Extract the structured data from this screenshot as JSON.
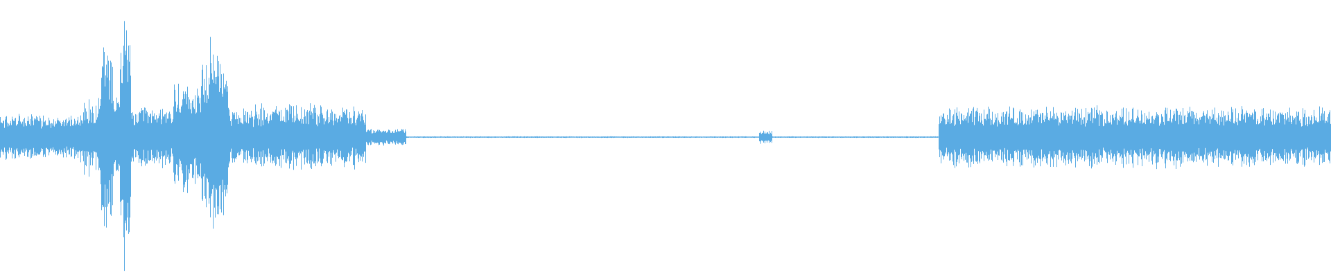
{
  "waveform": {
    "color": "#5aabe3",
    "background": "#ffffff",
    "duration_fraction_segments": [
      {
        "from": 0.0,
        "to": 0.06,
        "level": 0.13,
        "noise": 0.35
      },
      {
        "from": 0.06,
        "to": 0.075,
        "level": 0.22,
        "noise": 0.45
      },
      {
        "from": 0.075,
        "to": 0.085,
        "level": 0.62,
        "noise": 0.45
      },
      {
        "from": 0.085,
        "to": 0.09,
        "level": 0.26,
        "noise": 0.3
      },
      {
        "from": 0.09,
        "to": 0.098,
        "level": 0.78,
        "noise": 0.4
      },
      {
        "from": 0.098,
        "to": 0.13,
        "level": 0.17,
        "noise": 0.4
      },
      {
        "from": 0.13,
        "to": 0.15,
        "level": 0.3,
        "noise": 0.4
      },
      {
        "from": 0.15,
        "to": 0.172,
        "level": 0.58,
        "noise": 0.4
      },
      {
        "from": 0.172,
        "to": 0.182,
        "level": 0.15,
        "noise": 0.35
      },
      {
        "from": 0.182,
        "to": 0.275,
        "level": 0.18,
        "noise": 0.45
      },
      {
        "from": 0.275,
        "to": 0.305,
        "level": 0.05,
        "noise": 0.35
      },
      {
        "from": 0.305,
        "to": 0.57,
        "level": 0.005,
        "noise": 0.2
      },
      {
        "from": 0.57,
        "to": 0.58,
        "level": 0.04,
        "noise": 0.35
      },
      {
        "from": 0.58,
        "to": 0.705,
        "level": 0.005,
        "noise": 0.2
      },
      {
        "from": 0.705,
        "to": 0.712,
        "level": 0.14,
        "noise": 0.4
      },
      {
        "from": 0.712,
        "to": 1.0,
        "level": 0.17,
        "noise": 0.4
      }
    ]
  }
}
